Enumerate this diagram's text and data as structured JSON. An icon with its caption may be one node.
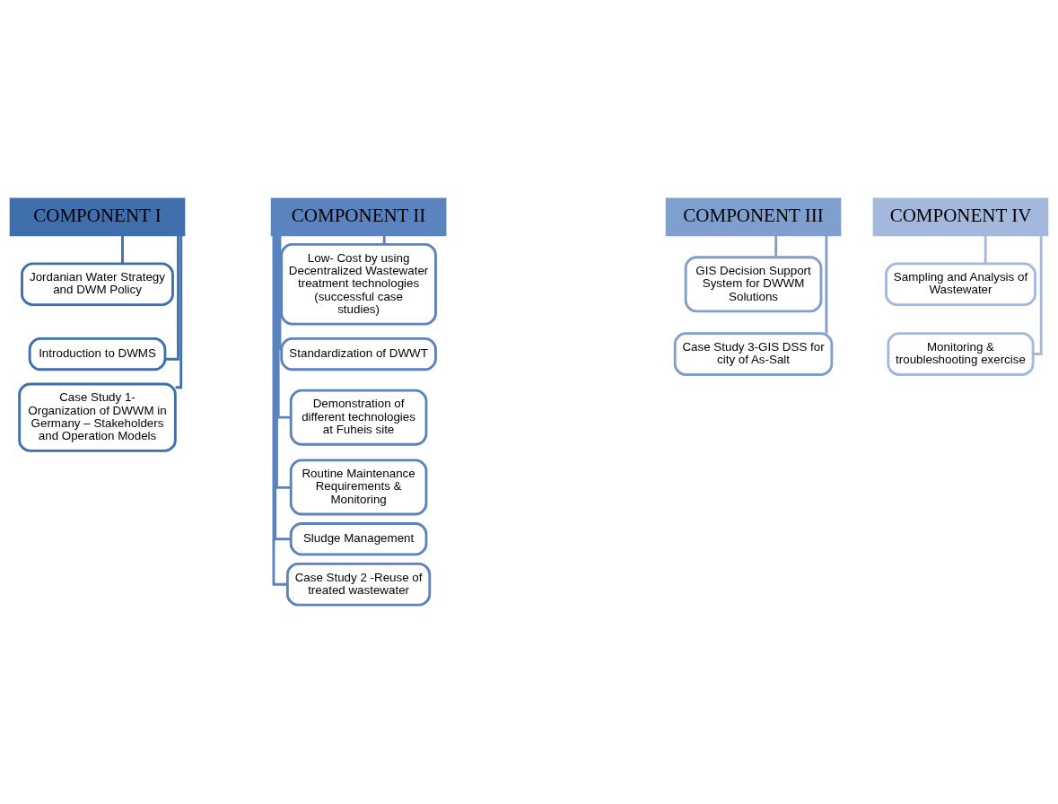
{
  "diagram": {
    "nodes": [
      {
        "text": [
          "COMPONENT I"
        ]
      },
      {
        "text": [
          "Jordanian Water Strategy and DWM Policy"
        ]
      },
      {
        "text": [
          "Introduction to DWMS"
        ]
      },
      {
        "text": [
          "Case Study 1- Organization of DWWM in Germany – Stakeholders and Operation Models"
        ]
      },
      {
        "text": [
          "COMPONENT II"
        ]
      },
      {
        "text": [
          "Low- Cost by using Decentralized Wastewater treatment technologies (successful case studies)"
        ]
      },
      {
        "text": [
          "Standardization of DWWT"
        ]
      },
      {
        "text": [
          "Demonstration of different technologies at Fuheis site"
        ]
      },
      {
        "text": [
          "Routine Maintenance Requirements & Monitoring"
        ]
      },
      {
        "text": [
          "Sludge Management"
        ]
      },
      {
        "text": [
          "Case Study 2 -Reuse of treated wastewater"
        ]
      },
      {
        "text": [
          "COMPONENT III"
        ]
      },
      {
        "text": [
          "GIS Decision Support System for DWWM Solutions"
        ]
      },
      {
        "text": [
          "Case Study 3-GIS DSS for city of As-Salt"
        ]
      },
      {
        "text": [
          "COMPONENT IV"
        ]
      },
      {
        "text": [
          "Sampling and Analysis of Wastewater"
        ]
      },
      {
        "text": [
          "Monitoring & troubleshooting exercise"
        ]
      }
    ],
    "edges": [
      {
        "from": 0,
        "to": 1,
        "arrow": "none"
      },
      {
        "from": 0,
        "to": 2,
        "arrow": "none"
      },
      {
        "from": 0,
        "to": 3,
        "arrow": "none"
      },
      {
        "from": 4,
        "to": 5,
        "arrow": "none"
      },
      {
        "from": 4,
        "to": 6,
        "arrow": "none"
      },
      {
        "from": 4,
        "to": 7,
        "arrow": "none"
      },
      {
        "from": 4,
        "to": 8,
        "arrow": "none"
      },
      {
        "from": 4,
        "to": 9,
        "arrow": "none"
      },
      {
        "from": 4,
        "to": 10,
        "arrow": "none"
      },
      {
        "from": 11,
        "to": 12,
        "arrow": "none"
      },
      {
        "from": 11,
        "to": 13,
        "arrow": "none"
      },
      {
        "from": 14,
        "to": 15,
        "arrow": "none"
      },
      {
        "from": 14,
        "to": 16,
        "arrow": "none"
      }
    ]
  }
}
